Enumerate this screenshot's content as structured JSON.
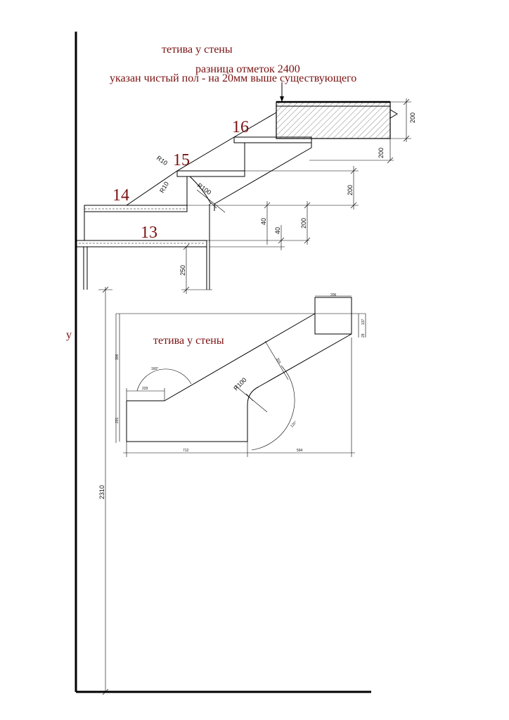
{
  "titles": {
    "stringer_top": "тетива у стены",
    "level_diff": "разница отметок 2400",
    "clean_floor": "указан чистый пол - на 20мм выше существующего",
    "stringer_bottom": "тетива у стены",
    "side_mark": "у"
  },
  "steps": [
    "16",
    "15",
    "14",
    "13"
  ],
  "dims_top": {
    "r10_a": "R10",
    "r10_b": "R10",
    "r100": "R100",
    "d200_a": "200",
    "d200_b": "200",
    "d200_c": "200",
    "d200_d": "200",
    "d40_a": "40",
    "d40_b": "40",
    "d250": "250"
  },
  "dims_bottom": {
    "r100": "R100",
    "width_left": "712",
    "width_right": "594",
    "top_box": "206",
    "right_a": "137",
    "right_b": "29",
    "left_height": "306",
    "left_low": "231",
    "step_w": "229",
    "angle_a": "160°",
    "angle_b": "120°",
    "diag": "324"
  },
  "dims_vertical": {
    "total": "2310"
  }
}
